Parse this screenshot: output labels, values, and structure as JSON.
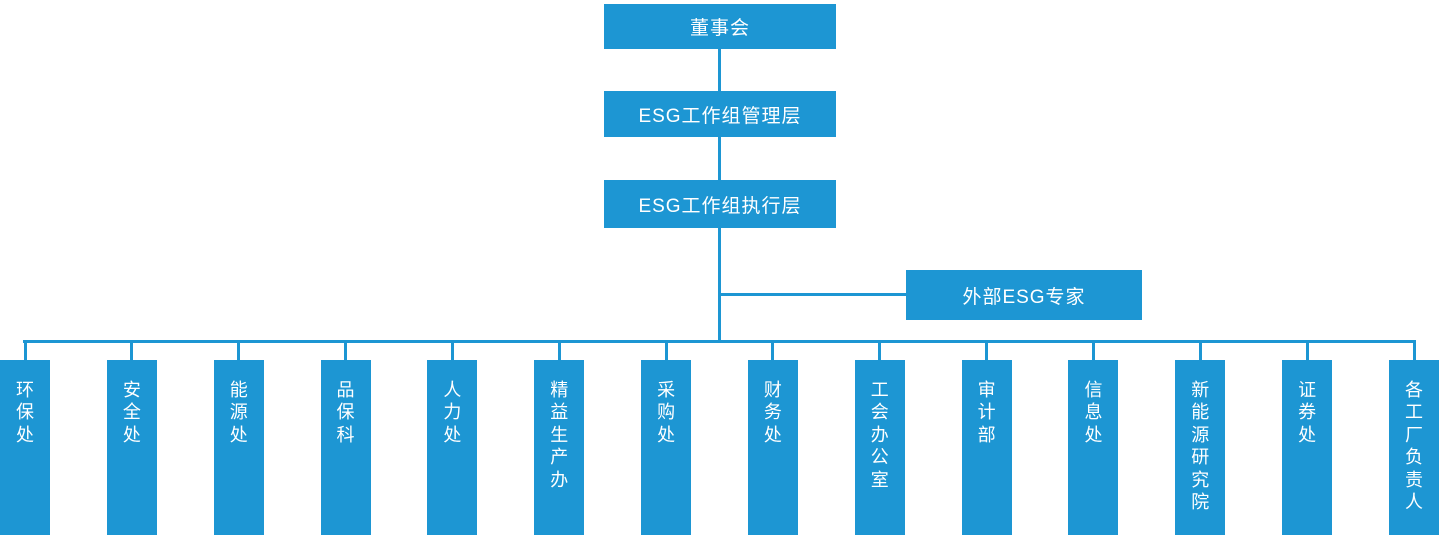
{
  "colors": {
    "node_fill": "#1d96d3",
    "connector": "#1d96d3",
    "node_text": "#ffffff",
    "background": "#ffffff"
  },
  "org_chart": {
    "root": "董事会",
    "management": "ESG工作组管理层",
    "execution": "ESG工作组执行层",
    "advisor": "外部ESG专家",
    "departments": [
      "环保处",
      "安全处",
      "能源处",
      "品保科",
      "人力处",
      "精益生产办",
      "采购处",
      "财务处",
      "工会办公室",
      "审计部",
      "信息处",
      "新能源研究院",
      "证券处",
      "各工厂负责人"
    ]
  }
}
